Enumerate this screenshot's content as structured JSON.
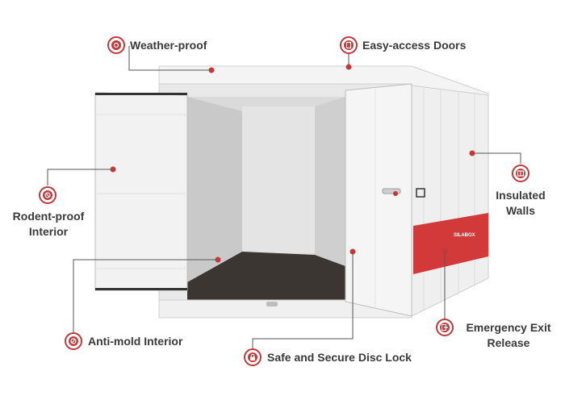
{
  "callouts": [
    {
      "id": "weather-proof",
      "text": "Weather-proof"
    },
    {
      "id": "easy-access-doors",
      "text": "Easy-access Doors"
    },
    {
      "id": "insulated-walls",
      "line1": "Insulated",
      "line2": "Walls"
    },
    {
      "id": "rodent-proof-interior",
      "line1": "Rodent-proof",
      "line2": "Interior"
    },
    {
      "id": "anti-mold-interior",
      "text": "Anti-mold Interior"
    },
    {
      "id": "emergency-exit-release",
      "line1": "Emergency Exit",
      "line2": "Release"
    },
    {
      "id": "safe-secure-disc-lock",
      "text": "Safe and Secure Disc Lock"
    }
  ],
  "container": {
    "brand_mark": "SILABOX"
  },
  "colors": {
    "accent": "#c0393b",
    "text": "#3a3a3a",
    "shell": "#f1f1f1",
    "shell_shadow": "#dcdcdc",
    "floor": "#3b3631",
    "stripe": "#d23a3a"
  },
  "icons": {
    "weather-proof": "cloud-sun-icon",
    "easy-access-doors": "door-icon",
    "insulated-walls": "wall-icon",
    "rodent-proof-interior": "no-rodent-icon",
    "anti-mold-interior": "no-mold-icon",
    "emergency-exit-release": "exit-icon",
    "safe-secure-disc-lock": "lock-icon"
  }
}
